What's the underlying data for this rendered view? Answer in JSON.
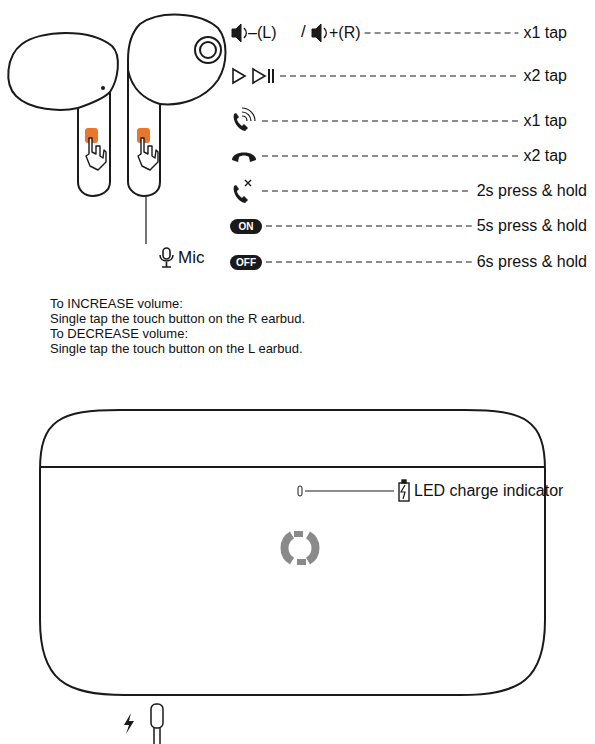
{
  "diagram": {
    "nodes": [
      {
        "text": [
          "ON"
        ]
      },
      {
        "text": [
          "OFF"
        ]
      }
    ],
    "labels": [
      "–(L)",
      "/",
      "+(R)",
      "x1 tap",
      "x2 tap",
      "x1 tap",
      "x2 tap",
      "2s press & hold",
      "5s press & hold",
      "6s press & hold",
      "Mic",
      "To INCREASE volume:",
      "Single tap the touch button on the R earbud.",
      "To DECREASE volume:",
      "Single tap the touch button on the L earbud.",
      "LED charge indicator"
    ]
  }
}
